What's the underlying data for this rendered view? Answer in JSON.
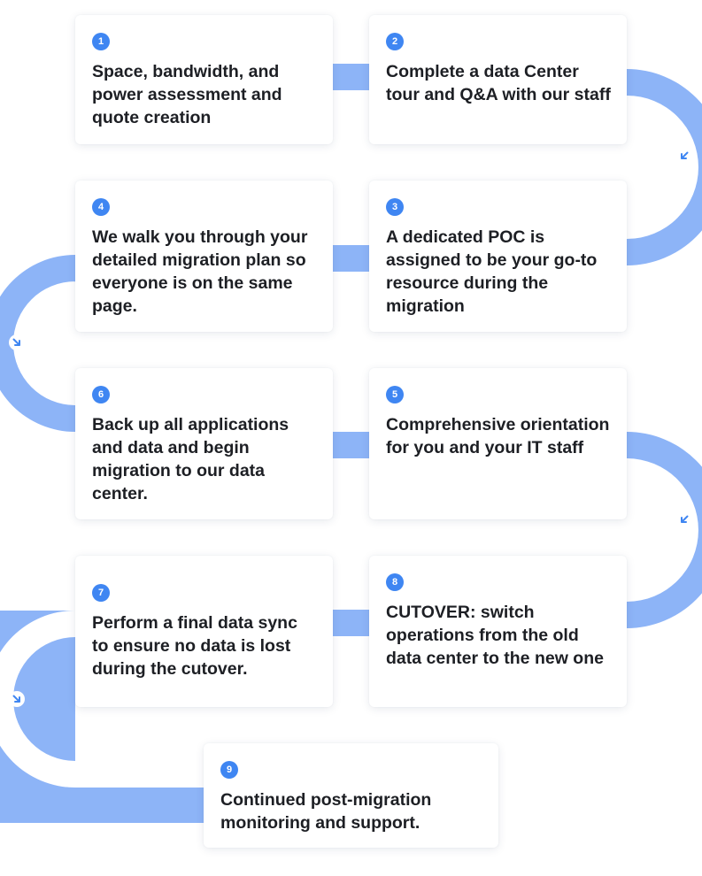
{
  "colors": {
    "accent": "#3f86f2",
    "connector": "#8db4f7",
    "text": "#1d1f24",
    "card": "#ffffff"
  },
  "steps": [
    {
      "number": "1",
      "text": "Space, bandwidth, and power assessment and quote creation"
    },
    {
      "number": "2",
      "text": "Complete a data Center tour and Q&A with our staff"
    },
    {
      "number": "3",
      "text": "A dedicated POC is assigned to be your go-to resource during the migration"
    },
    {
      "number": "4",
      "text": "We walk you through your detailed migration plan so everyone is on the same page."
    },
    {
      "number": "5",
      "text": "Comprehensive orientation for you and your IT staff"
    },
    {
      "number": "6",
      "text": "Back up all applications and data and begin migration to our data center."
    },
    {
      "number": "7",
      "text": "Perform a final data sync to ensure no data is lost during the cutover."
    },
    {
      "number": "8",
      "text": "CUTOVER: switch operations from the old data center to the new one"
    },
    {
      "number": "9",
      "text": "Continued post-migration monitoring and support."
    }
  ],
  "connector_icon": "down-arrow-circle-icon"
}
